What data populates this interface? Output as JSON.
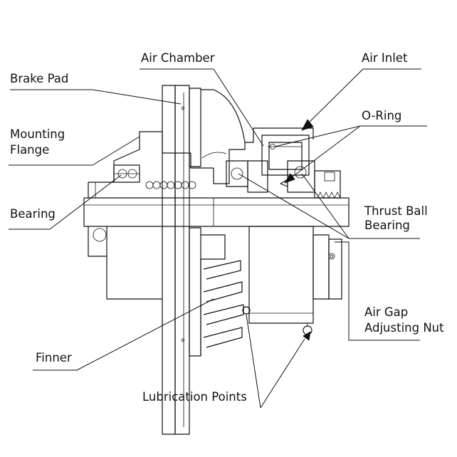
{
  "title": "",
  "labels": {
    "air_chamber": "Air Chamber",
    "air_inlet": "Air Inlet",
    "brake_pad": "Brake Pad",
    "o_ring": "O-Ring",
    "mounting_flange_line1": "Mounting",
    "mounting_flange_line2": "Flange",
    "bearing": "Bearing",
    "thrust_ball_bearing_line1": "Thrust Ball",
    "thrust_ball_bearing_line2": "Bearing",
    "air_gap_adjusting_nut_line1": "Air Gap",
    "air_gap_adjusting_nut_line2": "Adjusting Nut",
    "finner": "Finner",
    "lubrication_points": "Lubrication Points"
  },
  "colors": {
    "line": "#111111",
    "background": "#ffffff"
  }
}
